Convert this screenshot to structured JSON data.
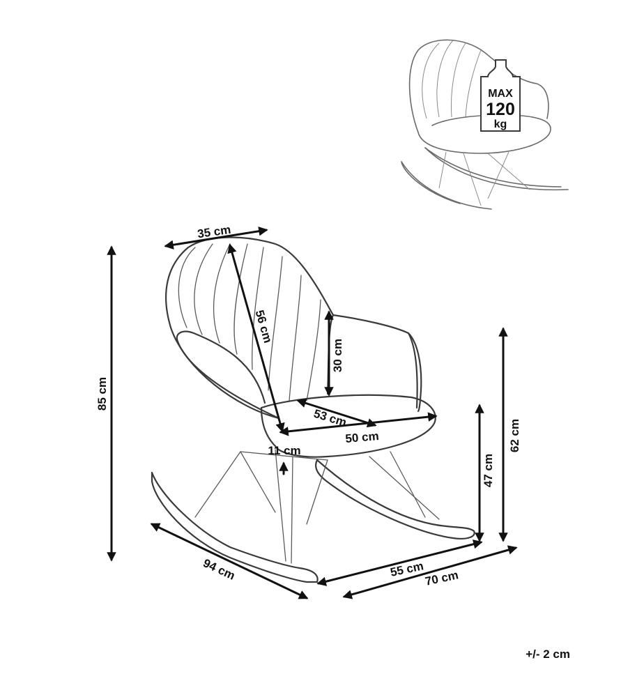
{
  "badge": {
    "line1": "MAX",
    "line2": "120",
    "line3": "kg"
  },
  "dimensions": {
    "backrest_width": "35 cm",
    "backrest_height": "56 cm",
    "armrest_height": "30 cm",
    "seat_depth": "53 cm",
    "seat_width": "50 cm",
    "seat_thickness": "11 cm",
    "total_height": "85 cm",
    "seat_height": "47 cm",
    "armrest_floor_height": "62 cm",
    "rocker_length": "94 cm",
    "front_width": "55 cm",
    "total_width": "70 cm"
  },
  "tolerance": "+/- 2 cm"
}
